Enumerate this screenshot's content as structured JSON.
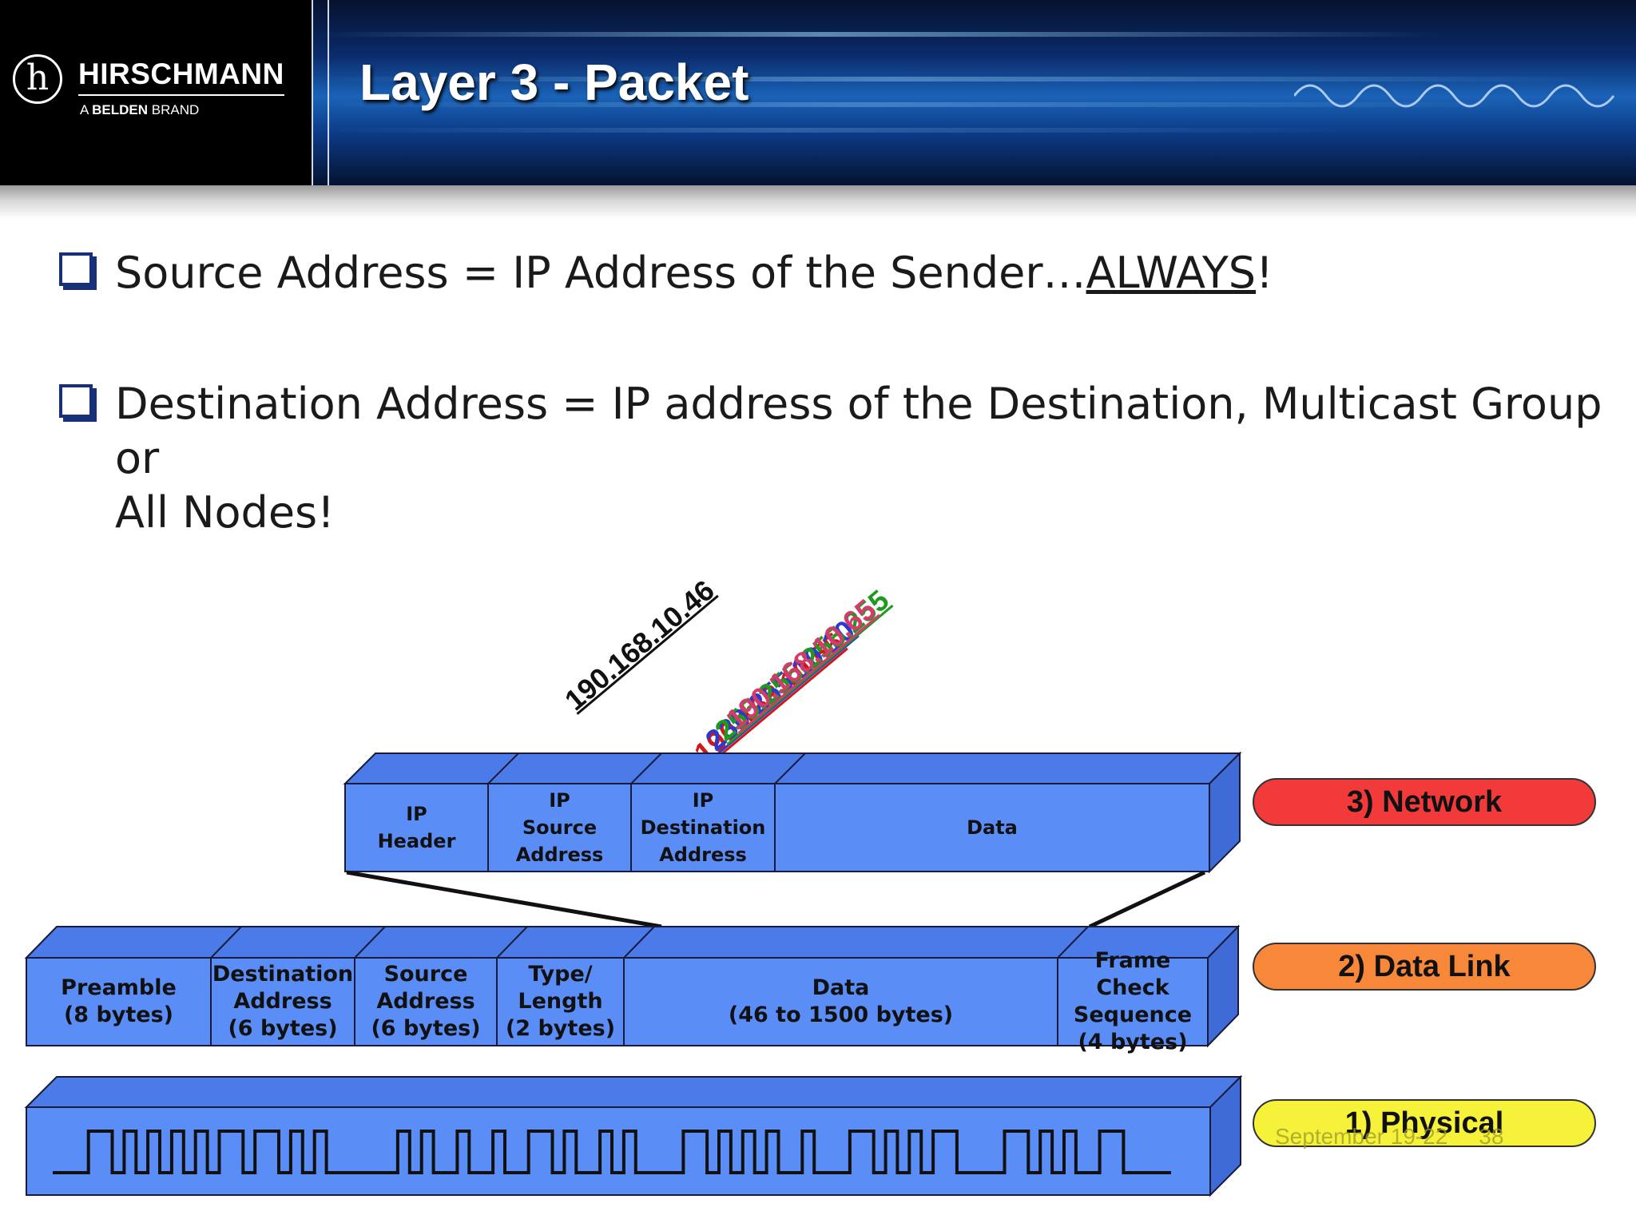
{
  "header": {
    "logo_name": "HIRSCHMANN",
    "logo_sub_prefix": "A",
    "logo_sub_bold": "BELDEN",
    "logo_sub_suffix": "BRAND",
    "title": "Layer 3 - Packet"
  },
  "bullets": [
    {
      "text_before": "Source Address = IP Address of the Sender…",
      "underlined": "ALWAYS",
      "text_after": "!"
    },
    {
      "line1": "Destination Address = IP address of the Destination, Multicast Group or",
      "line2": "All Nodes!"
    }
  ],
  "source_ip": "190.168.10.46",
  "destination_ips": [
    {
      "text": "190.168.10.55",
      "color": "#d01818"
    },
    {
      "text": "230.255.10.10",
      "color": "#2a3ad0"
    },
    {
      "text": "255.255.255.255",
      "color": "#1f9a1f"
    },
    {
      "text": "190.168.10.65",
      "color": "#d43a6a"
    }
  ],
  "network_row": {
    "cells": [
      "IP\nHeader",
      "IP\nSource\nAddress",
      "IP\nDestination\nAddress",
      "Data"
    ]
  },
  "datalink_row": {
    "cells": [
      "Preamble\n(8 bytes)",
      "Destination\nAddress\n(6 bytes)",
      "Source\nAddress\n(6 bytes)",
      "Type/\nLength\n(2 bytes)",
      "Data\n(46 to 1500 bytes)",
      "Frame Check\nSequence\n(4 bytes)"
    ]
  },
  "layers": [
    {
      "label": "3) Network",
      "color": "#f23a3a"
    },
    {
      "label": "2) Data Link",
      "color": "#f7883a"
    },
    {
      "label": "1) Physical",
      "color": "#f6f23a"
    }
  ],
  "footer": {
    "text": "September 19-22",
    "page": "38"
  },
  "colors": {
    "block_face": "#5b8df7",
    "block_top": "#4a7be8",
    "block_side": "#3e6bd6",
    "outline": "#1a1a3a"
  }
}
